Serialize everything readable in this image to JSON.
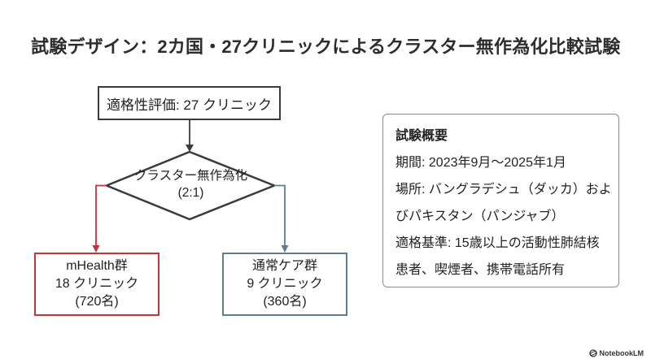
{
  "slide": {
    "title": "試験デザイン：2カ国・27クリニックによるクラスター無作為化比較試験"
  },
  "flowchart": {
    "eligibility_box": "適格性評価: 27 クリニック",
    "randomization_diamond": {
      "line1": "クラスター無作為化",
      "line2": "(2:1)"
    },
    "mhealth_box": {
      "line1": "mHealth群",
      "line2": "18 クリニック",
      "line3": "(720名)"
    },
    "usual_care_box": {
      "line1": "通常ケア群",
      "line2": "9 クリニック",
      "line3": "(360名)"
    }
  },
  "overview_panel": {
    "title": "試験概要",
    "lines": [
      "期間: 2023年9月～2025年1月",
      "場所: バングラデシュ（ダッカ）およ",
      "びパキスタン（パンジャブ）",
      "適格基準: 15歳以上の活動性肺結核",
      "患者、喫煙者、携帯電話所有"
    ]
  },
  "footer": {
    "brand": "NotebookLM"
  },
  "colors": {
    "stroke_dark": "#3b3b3b",
    "mhealth_red": "#c13438",
    "usual_care_slate": "#5d7e8e",
    "panel_border": "#8c8c8c",
    "text": "#2d2d2d",
    "background": "#ffffff"
  }
}
